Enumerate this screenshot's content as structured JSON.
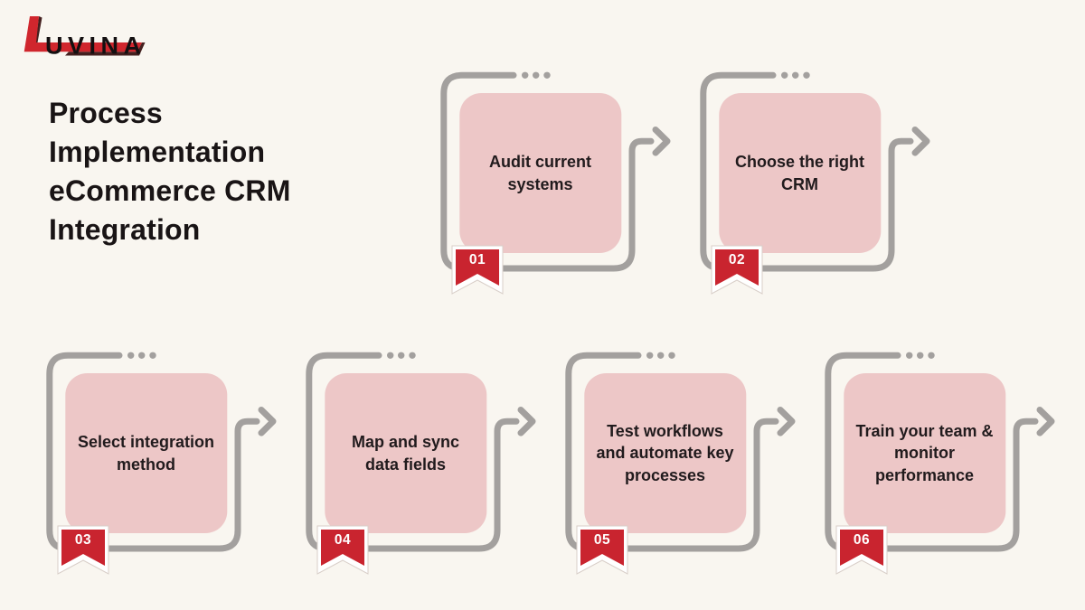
{
  "logo": {
    "brand": "UVINA",
    "red": "#d0262d",
    "shadow": "#44201f",
    "text_color": "#141011"
  },
  "title": {
    "text": "Process Implementation eCommerce CRM Integration"
  },
  "colors": {
    "background": "#f9f6f0",
    "card_pink": "#edc7c7",
    "line_gray": "#a3a09e",
    "badge_red": "#c9242f",
    "badge_text": "#ffffff",
    "card_text": "#211b1d",
    "title_text": "#191415",
    "ribbon_border": "#ffffff"
  },
  "steps": [
    {
      "number": "01",
      "title": "Audit current systems"
    },
    {
      "number": "02",
      "title": "Choose the right CRM"
    },
    {
      "number": "03",
      "title": "Select integration method"
    },
    {
      "number": "04",
      "title": "Map and sync data fields"
    },
    {
      "number": "05",
      "title": "Test workflows and automate key processes"
    },
    {
      "number": "06",
      "title": "Train your team & monitor performance"
    }
  ]
}
